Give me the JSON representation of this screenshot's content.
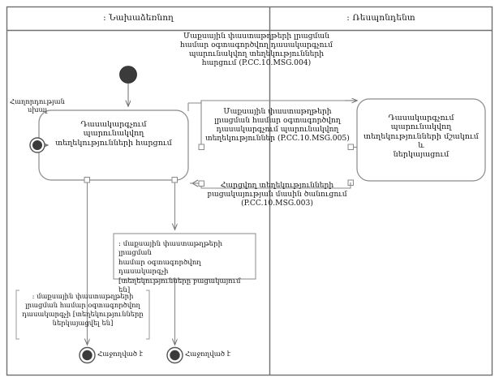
{
  "diagram": {
    "type": "uml-activity-diagram",
    "title": "",
    "lanes": [
      {
        "id": "initiator",
        "label": ": Նախաձեռնող"
      },
      {
        "id": "respondent",
        "label": ": Ռեսպոնդենտ"
      }
    ],
    "nodes": [
      {
        "id": "start",
        "kind": "initial-node",
        "label": ""
      },
      {
        "id": "activity-request",
        "kind": "activity",
        "label": "Դասակարգչում\nպարունակվող\nտեղեկությունների հարցում"
      },
      {
        "id": "activity-process",
        "kind": "activity",
        "label": "Դասակարգչում\nպարունակվող\nտեղեկությունների մշակում և\nներկայացում"
      },
      {
        "id": "note-absent",
        "kind": "note",
        "label": ": մաքսային փաստաթղթերի լրացման\nհամար օգտագործվող դասակարգչի\n[տեղեկությունները բացակայում են]"
      },
      {
        "id": "end-error",
        "kind": "final-node",
        "label": "Հաղորդության\nսխալ"
      },
      {
        "id": "end-success-left",
        "kind": "final-node",
        "label": "Հաջողված է"
      },
      {
        "id": "end-success-right",
        "kind": "final-node",
        "label": "Հաջողված է"
      },
      {
        "id": "object-presented",
        "kind": "object-label",
        "label": ": մաքսային փաստաթղթերի\nլրացման համար օգտագործվող\nդասակարգչի [տեղեկությունները\nներկայացվել են]"
      }
    ],
    "messages": [
      {
        "id": "msg-004",
        "code": "P.CC.10.MSG.004",
        "label": "Մաքսային փաստաթղթերի լրացման\nհամար օգտագործվող դասակարգչում\nպարունակվող տեղեկությունների\nհարցում (P.CC.10.MSG.004)"
      },
      {
        "id": "msg-005",
        "code": "P.CC.10.MSG.005",
        "label": "Մաքսային փաստաթղթերի\nլրացման համար օգտագործվող\nդասակարգչում պարունակվող\nտեղեկություններ (P.CC.10.MSG.005)"
      },
      {
        "id": "msg-003",
        "code": "P.CC.10.MSG.003",
        "label": "Հարցվող տեղեկությունների\nբացակայության մասին ծանուցում\n(P.CC.10.MSG.003)"
      }
    ],
    "colors": {
      "frame": "#6d6d6d",
      "line": "#808080",
      "node_fill": "#ffffff",
      "filled_node": "#3a3a3a",
      "text": "#141414"
    }
  }
}
